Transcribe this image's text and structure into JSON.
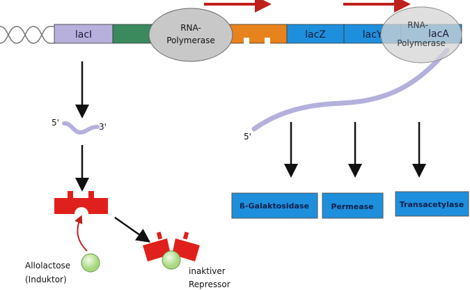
{
  "genes": {
    "lacI": "lacI",
    "lacZ": "lacZ",
    "lacY": "lacY",
    "lacA": "lacA"
  },
  "polymerase": {
    "line1": "RNA-",
    "line2": "Polymerase"
  },
  "mrna": {
    "five": "5'",
    "three": "3'"
  },
  "proteins": [
    "ß-Galaktosidase",
    "Permease",
    "Transacetylase"
  ],
  "inducer": {
    "line1": "Allolactose",
    "line2": "(Induktor)"
  },
  "inactive": {
    "line1": "inaktiver",
    "line2": "Repressor"
  },
  "colors": {
    "lacI": "#b8b0dc",
    "operator_green": "#3a8a5e",
    "promoter_orange": "#e8821c",
    "structural_blue": "#1e8fdc",
    "repressor_red": "#e0201c",
    "inducer_green": "#bfe6a0",
    "mrna": "#b4b0dc"
  }
}
